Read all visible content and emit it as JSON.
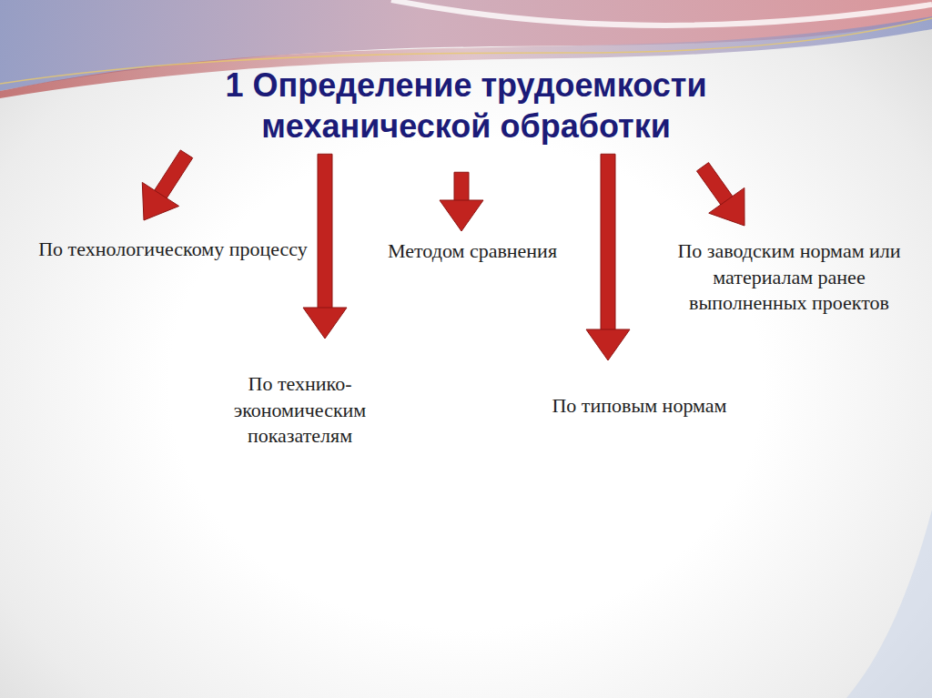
{
  "diagram": {
    "nodes": [
      {
        "text": [
          "1 Определение трудоемкости механической обработки"
        ]
      },
      {
        "text": [
          "По технологическому процессу"
        ]
      },
      {
        "text": [
          "По технико-экономическим показателям"
        ]
      },
      {
        "text": [
          "Методом сравнения"
        ]
      },
      {
        "text": [
          "По типовым нормам"
        ]
      },
      {
        "text": [
          "По заводским нормам или материалам ранее выполненных проектов"
        ]
      }
    ],
    "edges": [
      {
        "from": 0,
        "to": 1,
        "arrow": "to"
      },
      {
        "from": 0,
        "to": 2,
        "arrow": "to"
      },
      {
        "from": 0,
        "to": 3,
        "arrow": "to"
      },
      {
        "from": 0,
        "to": 4,
        "arrow": "to"
      },
      {
        "from": 0,
        "to": 5,
        "arrow": "to"
      }
    ]
  }
}
